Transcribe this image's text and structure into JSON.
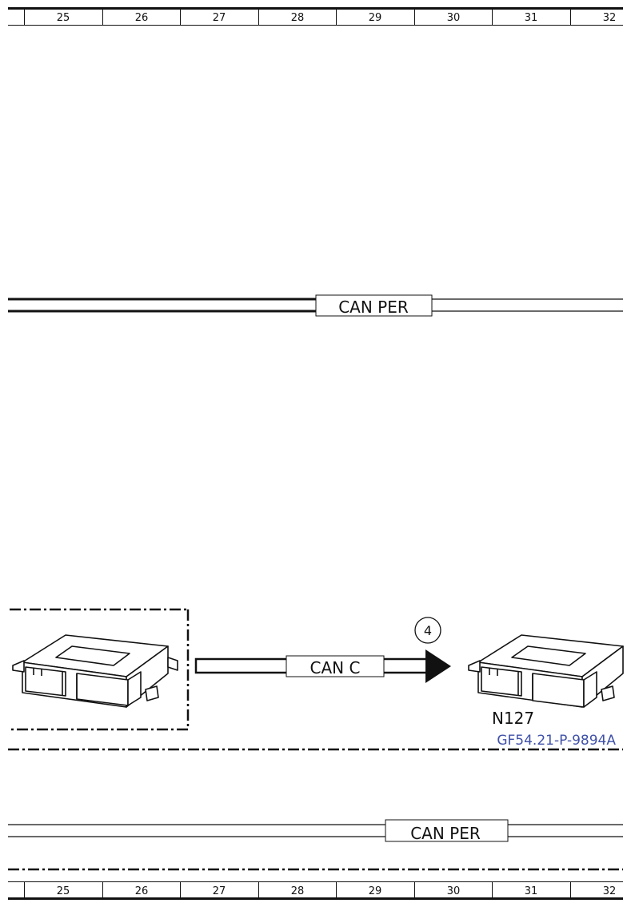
{
  "columns": [
    "25",
    "26",
    "27",
    "28",
    "29",
    "30",
    "31",
    "32"
  ],
  "buses": {
    "upper": "CAN PER",
    "lower": "CAN PER",
    "link": "CAN C"
  },
  "callout": "4",
  "module_label": "N127",
  "ref_code": "GF54.21-P-9894A",
  "colors": {
    "line": "#111111",
    "ref_code": "#3f51a8"
  }
}
